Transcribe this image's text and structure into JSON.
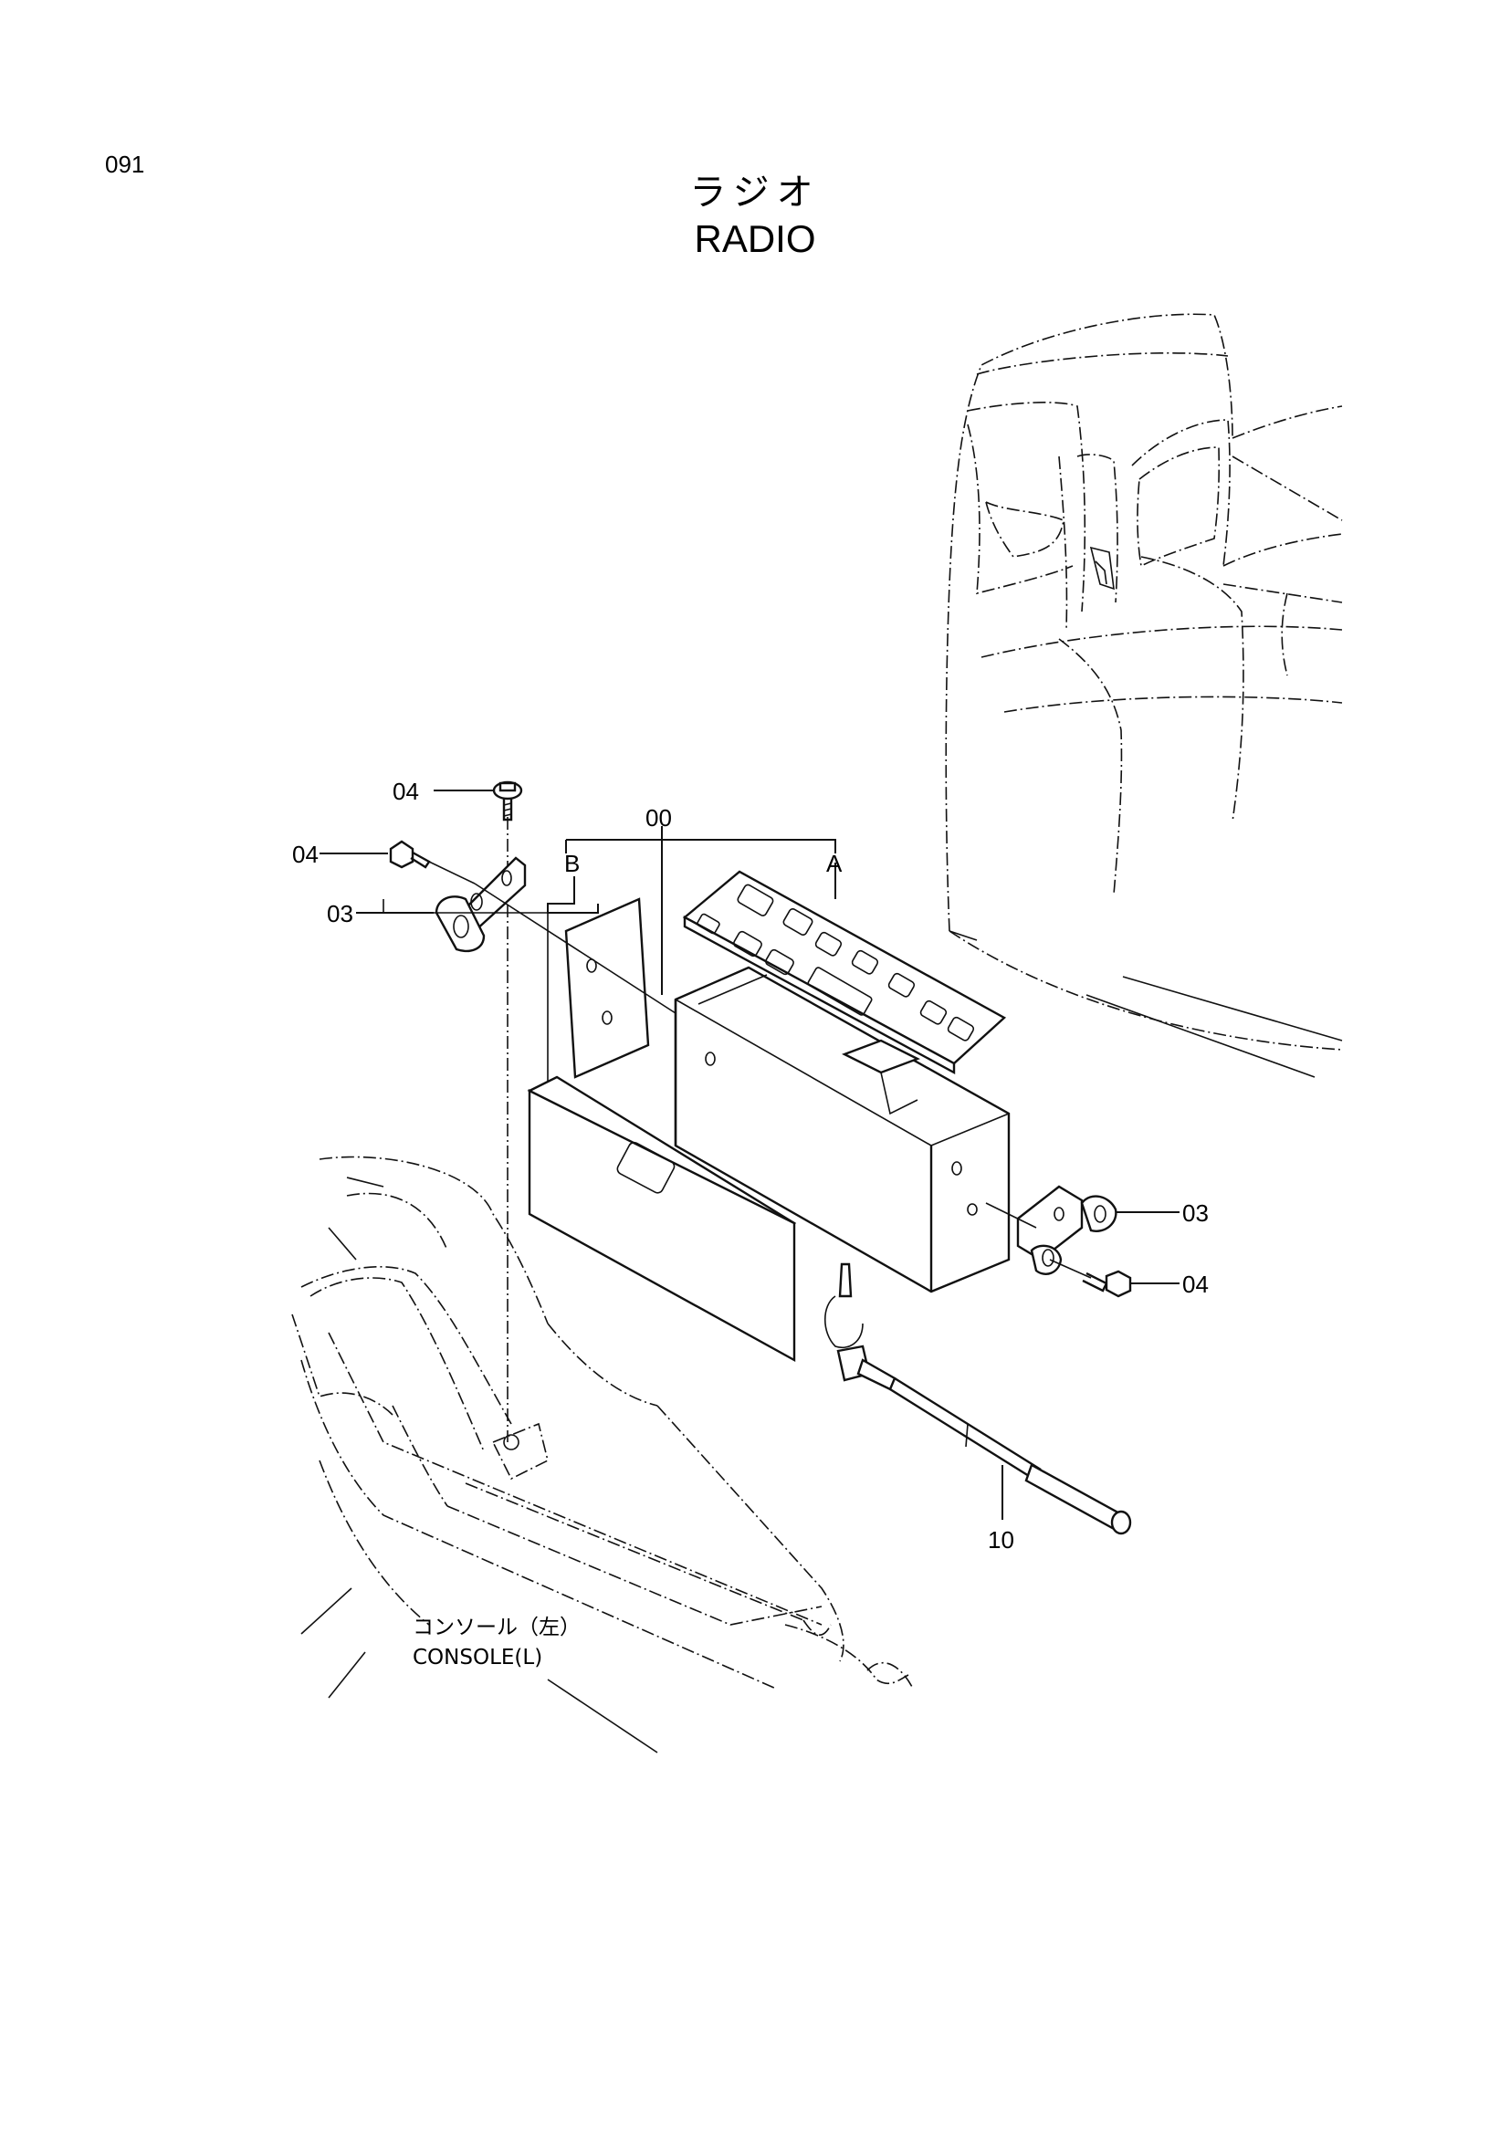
{
  "page_number": "091",
  "title": {
    "japanese": "ラジオ",
    "english": "RADIO"
  },
  "callouts": {
    "bolt_top": "04",
    "bolt_left": "04",
    "bracket_left": "03",
    "assembly": "00",
    "sub_b": "B",
    "sub_a": "A",
    "bracket_right": "03",
    "bolt_right": "04",
    "antenna": "10"
  },
  "console_label": {
    "japanese": "コンソール（左）",
    "english": "CONSOLE(L)"
  }
}
